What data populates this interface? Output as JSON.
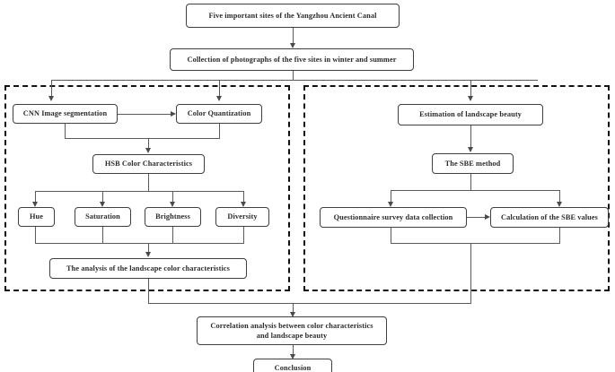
{
  "diagram": {
    "title": "Research framework flowchart",
    "nodes": {
      "sites": "Five important sites of the Yangzhou Ancient Canal",
      "collection": "Collection of photographs of the five sites in winter and summer",
      "cnn": "CNN Image segmentation",
      "quantization": "Color Quantization",
      "hsb": "HSB Color Characteristics",
      "hue": "Hue",
      "saturation": "Saturation",
      "brightness": "Brightness",
      "diversity": "Diversity",
      "color_analysis": "The analysis of the landscape color characteristics",
      "estimation": "Estimation of landscape beauty",
      "sbe_method": "The SBE method",
      "questionnaire": "Questionnaire survey data collection",
      "sbe_values": "Calculation of the SBE values",
      "correlation_line1": "Correlation analysis between color characteristics",
      "correlation_line2": "and landscape beauty",
      "conclusion": "Conclusion"
    },
    "groups": {
      "left_label": "color-characteristics-branch",
      "right_label": "landscape-beauty-branch"
    },
    "colors": {
      "box_border": "#3f3f3f",
      "group_border": "#111111",
      "connector": "#5a5a5a",
      "arrow": "#4a4a4a",
      "text": "#2b2b2b",
      "background": "#ffffff"
    }
  }
}
